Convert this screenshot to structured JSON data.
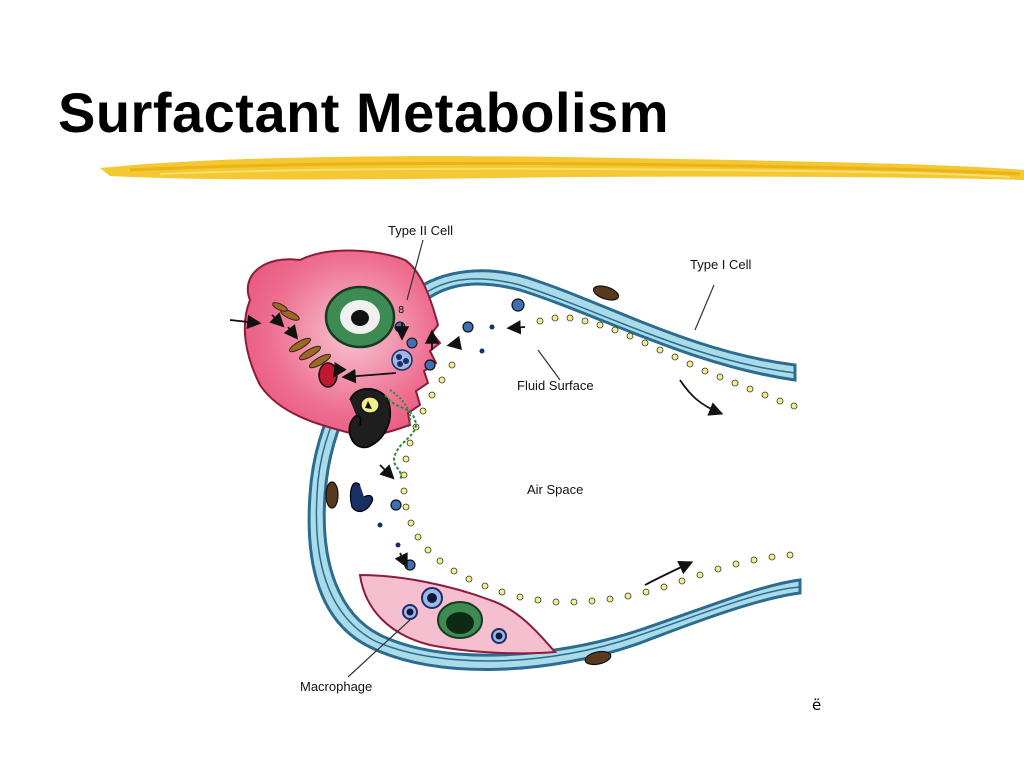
{
  "slide": {
    "title": "Surfactant Metabolism"
  },
  "labels": {
    "type2": "Type II Cell",
    "type1": "Type I Cell",
    "fluid": "Fluid Surface",
    "air": "Air Space",
    "macrophage": "Macrophage"
  },
  "corner_mark": "ë",
  "colors": {
    "highlight": "#f2c21c",
    "membrane": "#a9dbe9",
    "membrane_edge": "#2b6c90",
    "type2_cell": "#ee6e90",
    "macrophage_cell": "#f6bfd0",
    "nucleus": "#3d8a52",
    "surfactant": "#f4ee8a",
    "vesicle": "#3f6fb4"
  }
}
